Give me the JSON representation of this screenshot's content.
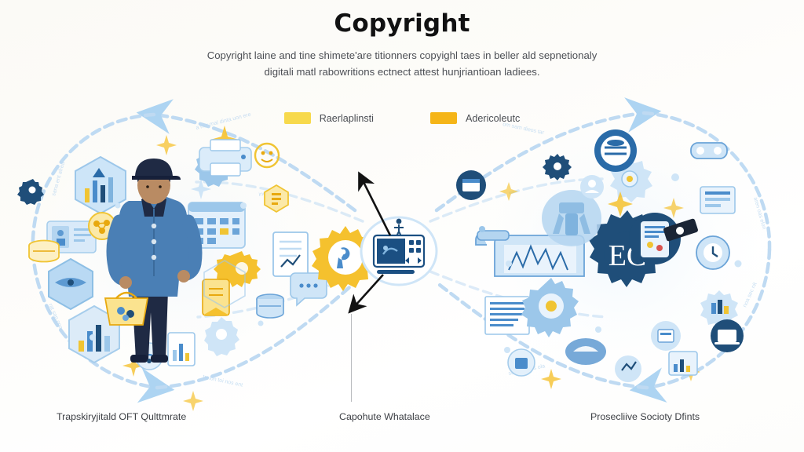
{
  "header": {
    "title": "Copyright",
    "subtitle_line1": "Copyright laine and tine shimete'are titionners copyighl taes in beller ald sepnetionaly",
    "subtitle_line2": "digitali matl rabowritions ectnect attest hunjriantioan ladiees."
  },
  "legend": {
    "items": [
      {
        "label": "Raerlaplinsti",
        "color": "#f7d94c"
      },
      {
        "label": "Adericoleutc",
        "color": "#f5b518"
      }
    ]
  },
  "captions": {
    "left": "Trapskiryjitald OFT Qulttmrate",
    "center": "Capohute Whatalace",
    "right": "Prosecliive Socioty Dfints"
  },
  "clusters": {
    "left": {
      "name": "left-icon-cluster",
      "figure_label": "person-figure",
      "accent": "#4a7fb5"
    },
    "right": {
      "name": "right-icon-cluster",
      "hub_gear_label": "EC",
      "accent": "#1f4e79"
    }
  },
  "center": {
    "hub_icon": "screen-display-icon",
    "hub_color": "#1b4f82",
    "gear_icon": "wrench-gear-icon",
    "gear_color": "#f5c12e",
    "arrow_color": "#121212"
  },
  "flow": {
    "path_color": "#bcd9f2",
    "arrow_marker": "flow-arrowhead"
  },
  "colors": {
    "background": "#fbfaf6",
    "text_primary": "#111112",
    "text_secondary": "#4c4f55",
    "blue_dark": "#1f4e79",
    "blue_mid": "#4a8ccb",
    "blue_light": "#a9cfee",
    "blue_pale": "#d9eaf9",
    "yellow": "#f5c12e",
    "yellow_light": "#f7d94c"
  }
}
